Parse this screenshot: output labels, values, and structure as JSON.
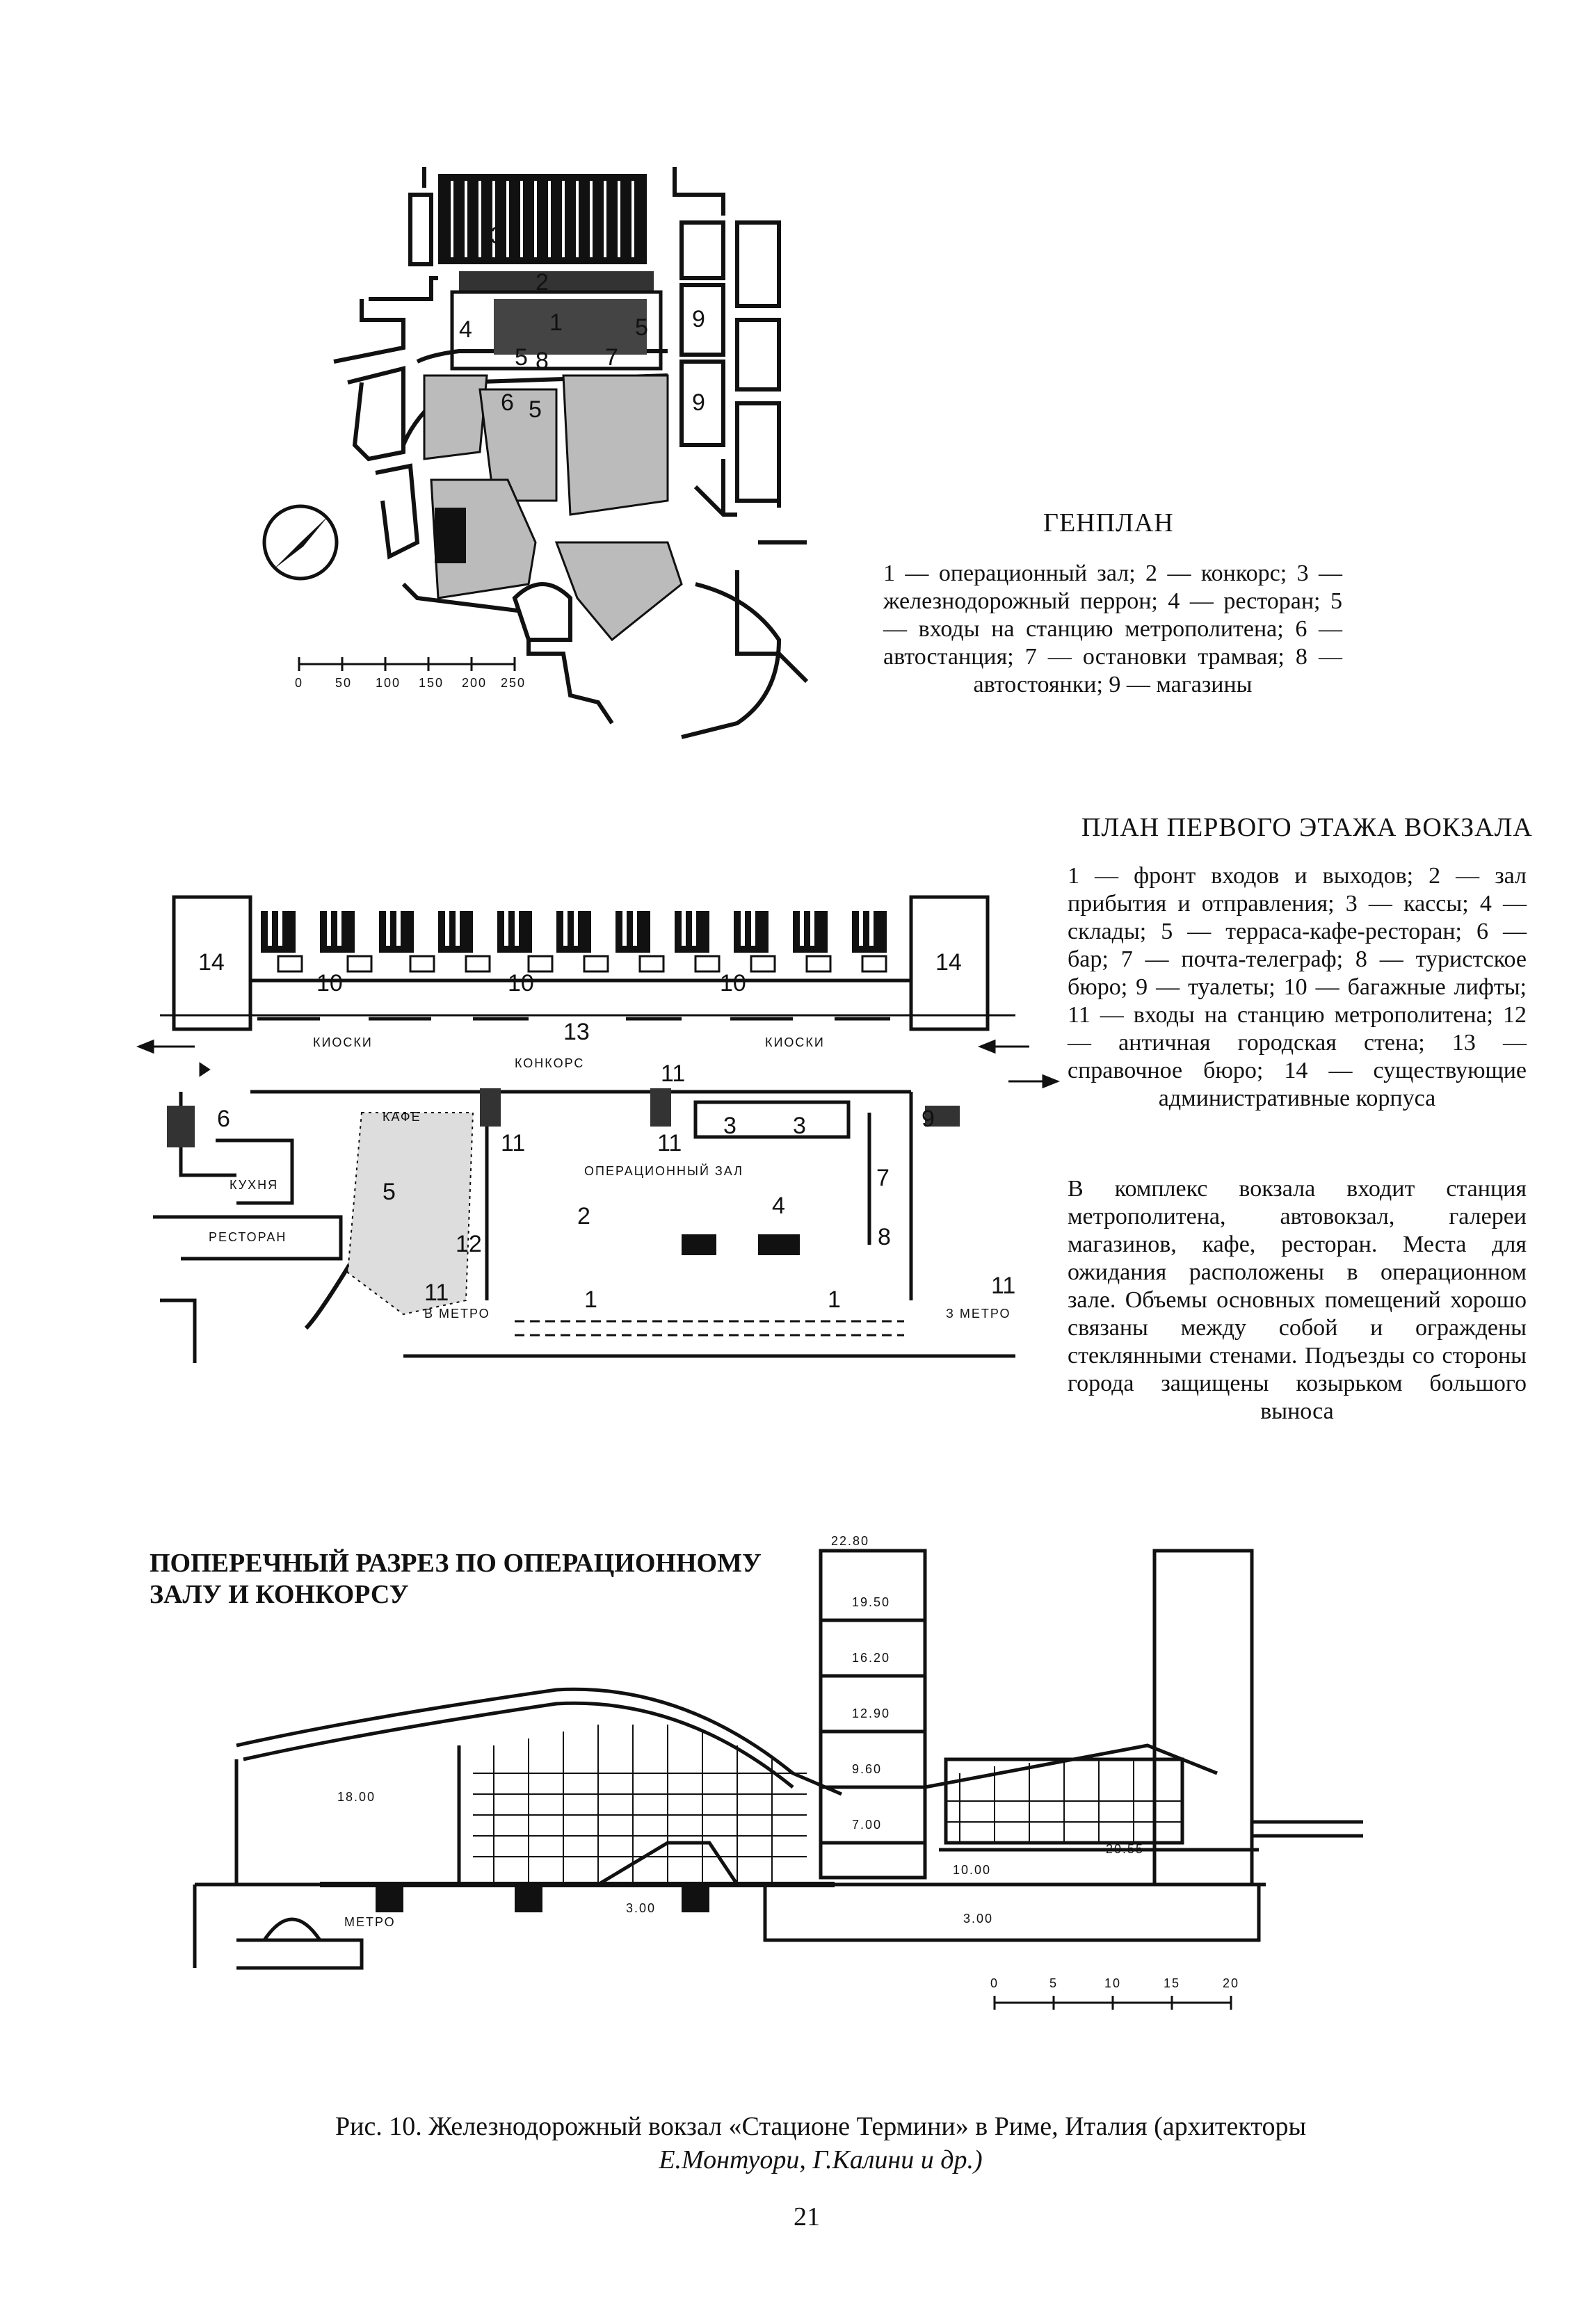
{
  "site_plan": {
    "title": "ГЕНПЛАН",
    "legend": "1 — операционный зал; 2 — конкорс; 3 — железнодорожный перрон; 4 — ресторан; 5 — входы на станцию метрополитена; 6 — автостанция; 7 — остановки трамвая; 8 — автостоянки; 9 — магазины",
    "labels": [
      "3",
      "2",
      "1",
      "4",
      "5",
      "8",
      "5",
      "6",
      "5",
      "7",
      "9",
      "9"
    ],
    "scale_ticks": [
      "0",
      "50",
      "100",
      "150",
      "200",
      "250"
    ]
  },
  "floor_plan": {
    "title": "ПЛАН ПЕРВОГО ЭТАЖА ВОКЗАЛА",
    "legend": "1 — фронт входов и выходов; 2 — зал прибытия и отправления; 3 — кассы; 4 — склады; 5 — терраса-кафе-ресторан; 6 — бар; 7 — почта-телеграф; 8 — туристское бюро; 9 — туалеты; 10 — багажные лифты; 11 — входы на станцию метрополитена; 12 — античная городская стена; 13 — справочное бюро; 14 — существующие административные корпуса",
    "labels": {
      "n14": "14",
      "n10": "10",
      "n13": "13",
      "n11": "11",
      "n6": "6",
      "n9": "9",
      "n5": "5",
      "n12": "12",
      "n2": "2",
      "n4": "4",
      "n1": "1",
      "n3": "3",
      "n7": "7",
      "n8": "8"
    },
    "hand_labels": {
      "kiosks": "КИОСКИ",
      "concourse": "КОНКОРС",
      "cafe": "КАФЕ",
      "kitchen": "КУХНЯ",
      "restaurant": "РЕСТОРАН",
      "hall": "ОПЕРАЦИОННЫЙ ЗАЛ",
      "metro": "В МЕТРО",
      "metro2": "З МЕТРО"
    }
  },
  "description": "В комплекс вокзала входит станция метрополитена, автовокзал, галереи магазинов, кафе, ресторан. Места для ожидания расположены в операционном зале. Объемы основных помещений хорошо связаны между собой и ограждены стеклянными стенами. Подъезды со стороны города защищены козырьком большого выноса",
  "section": {
    "title_line1": "ПОПЕРЕЧНЫЙ РАЗРЕЗ ПО ОПЕРАЦИОННОМУ",
    "title_line2": "ЗАЛУ И КОНКОРСУ",
    "levels": [
      "22.80",
      "19.50",
      "16.20",
      "12.90",
      "9.60",
      "7.00",
      "18.00",
      "10.00",
      "3.00",
      "3.00"
    ],
    "metro": "МЕТРО",
    "dimension": "20.55",
    "scale_ticks": [
      "0",
      "5",
      "10",
      "15",
      "20"
    ]
  },
  "caption": {
    "line1": "Рис. 10. Железнодорожный вокзал «Стационе Термини» в Риме, Италия (архитекторы",
    "line2": "Е.Монтуори, Г.Калини и др.)"
  },
  "page_number": "21"
}
